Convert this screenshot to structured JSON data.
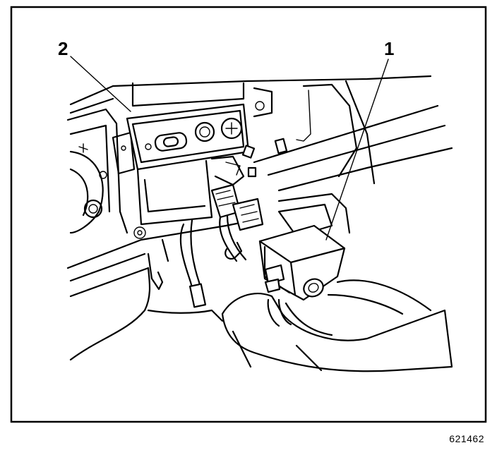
{
  "figure": {
    "id_text": "621462",
    "callouts": [
      {
        "label": "1"
      },
      {
        "label": "2"
      }
    ]
  }
}
